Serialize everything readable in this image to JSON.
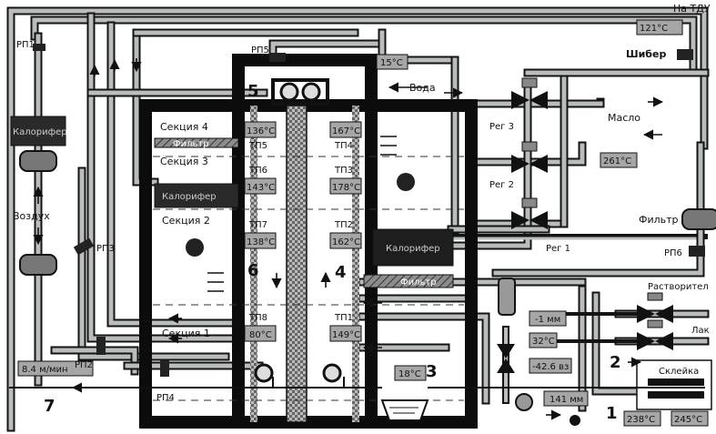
{
  "labels": {
    "na_tdu": "На ТДУ",
    "shiber": "Шибер",
    "voda": "Вода",
    "maslo": "Масло",
    "vozdukh": "Воздух",
    "filtr_right": "Фильтр",
    "rastvoritel": "Растворител",
    "lak": "Лак",
    "skleyka": "Склейка",
    "sekciya4": "Секция 4",
    "filtr_s4": "Фильтр",
    "sekciya3": "Секция 3",
    "kalorifer_s3": "Калорифер",
    "sekciya2": "Секция 2",
    "sekciya1": "Секция 1",
    "kalorifer_left": "Калорифер",
    "kalorifer_right": "Калорифер",
    "filtr_lower": "Фильтр"
  },
  "valves": {
    "rp1": "РП1",
    "rp2": "РП2",
    "rp3": "РП3",
    "rp4": "РП4",
    "rp5": "РП5",
    "rp6": "РП6",
    "reg1": "Рег 1",
    "reg2": "Рег 2",
    "reg3": "Рег 3"
  },
  "sensors": {
    "tp1": "ТП1",
    "tp2": "ТП2",
    "tp3": "ТП3",
    "tp4": "ТП4",
    "tp5": "ТП5",
    "tp6": "ТП6",
    "tp7": "ТП7",
    "tp8": "ТП8"
  },
  "readings": {
    "tdu_temp": "121°C",
    "water_temp": "15°C",
    "oil_temp": "261°C",
    "t_136": "136°C",
    "t_167": "167°C",
    "t_143": "143°C",
    "t_178": "178°C",
    "t_138": "138°C",
    "t_162": "162°C",
    "t_80": "80°C",
    "t_149": "149°C",
    "bath_temp": "18°C",
    "level": "-1 мм",
    "lak_temp": "32°C",
    "viscosity": "-42.6 вз",
    "thickness": "141 мм",
    "roll1": "238°C",
    "roll2": "245°C",
    "speed": "8.4 м/мин"
  },
  "markers": {
    "m1": "1",
    "m2": "2",
    "m3": "3",
    "m4": "4",
    "m5": "5",
    "m6": "6",
    "m7": "7"
  },
  "colors": {
    "pipe": "#b9bdbd",
    "pipe_edge": "#141414",
    "wall": "#0c0c0c",
    "box": "#a6a6a6",
    "dark_unit": "#2a2a2a"
  }
}
